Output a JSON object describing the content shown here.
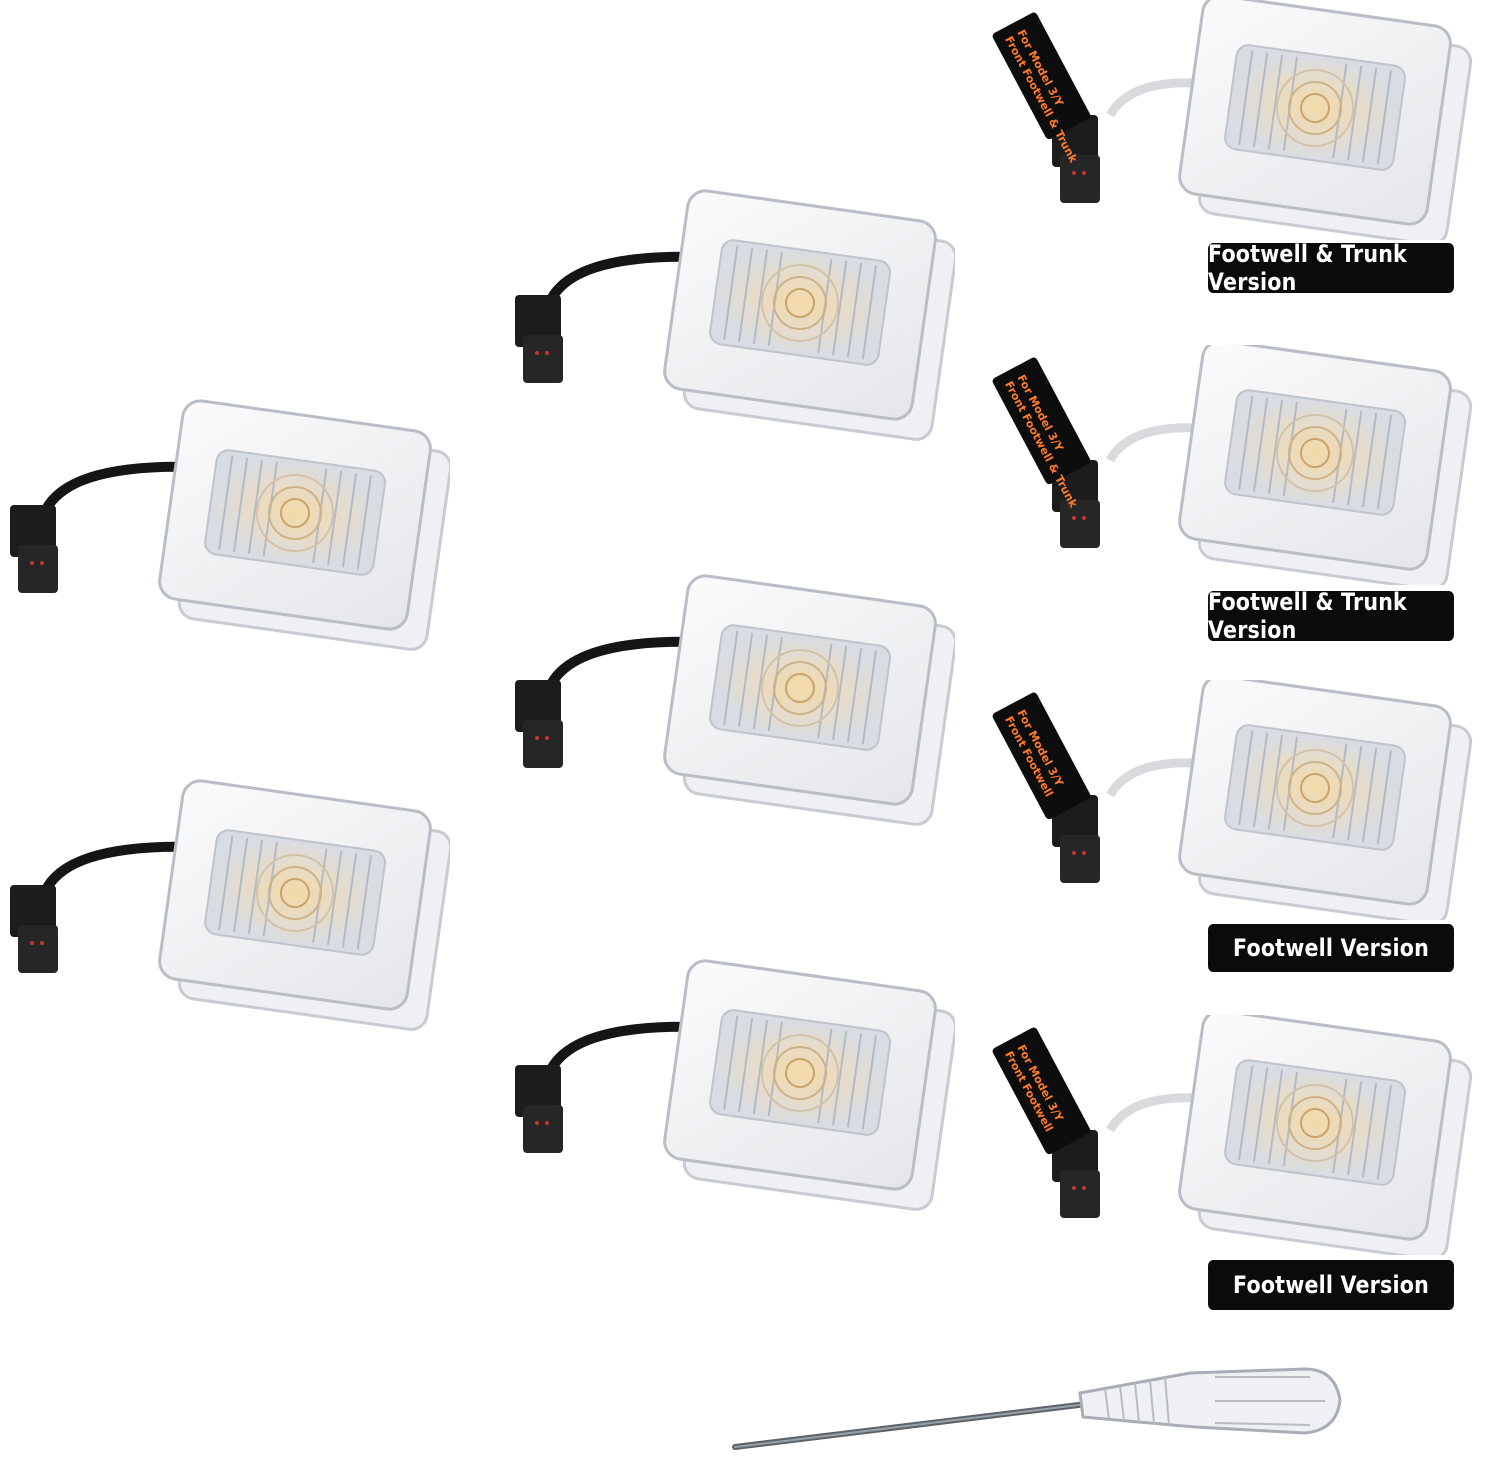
{
  "product": {
    "badges": [
      {
        "label": "Footwell & Trunk Version"
      },
      {
        "label": "Footwell & Trunk Version"
      },
      {
        "label": "Footwell Version"
      },
      {
        "label": "Footwell Version"
      }
    ],
    "tags": [
      {
        "line1": "For Model 3/Y",
        "line2": "Front Footwell & Trunk"
      },
      {
        "line1": "For Model 3/Y",
        "line2": "Front Footwell & Trunk"
      },
      {
        "line1": "For Model 3/Y",
        "line2": "Front Footwell"
      },
      {
        "line1": "For Model 3/Y",
        "line2": "Front Footwell"
      }
    ],
    "items": [
      {
        "type": "led-light",
        "cable": "black"
      },
      {
        "type": "led-light",
        "cable": "black"
      },
      {
        "type": "led-light",
        "cable": "black"
      },
      {
        "type": "led-light",
        "cable": "black"
      },
      {
        "type": "led-light",
        "cable": "black"
      },
      {
        "type": "led-light",
        "cable": "white"
      },
      {
        "type": "led-light",
        "cable": "white"
      },
      {
        "type": "led-light",
        "cable": "white"
      },
      {
        "type": "led-light",
        "cable": "white"
      },
      {
        "type": "screwdriver"
      }
    ],
    "colors": {
      "badge_bg": "#0b0b0b",
      "badge_text": "#ffffff",
      "tag_text": "#ff7a2a",
      "connector": "#1c1c1c"
    }
  }
}
